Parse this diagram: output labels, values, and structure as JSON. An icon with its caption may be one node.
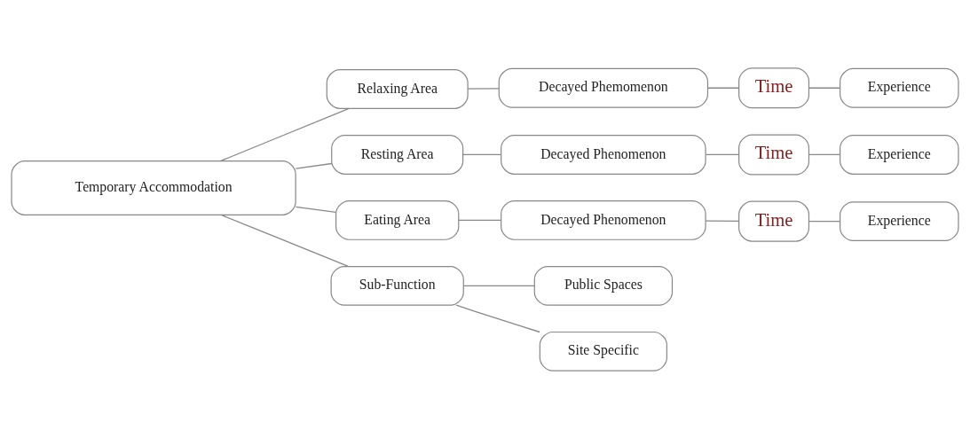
{
  "diagram": {
    "nodes": [
      {
        "text": [
          "Temporary Accommodation"
        ]
      },
      {
        "text": [
          "Relaxing Area"
        ]
      },
      {
        "text": [
          "Decayed Phemomenon"
        ]
      },
      {
        "text": [
          "Time"
        ]
      },
      {
        "text": [
          "Experience"
        ]
      },
      {
        "text": [
          "Resting Area"
        ]
      },
      {
        "text": [
          "Decayed Phenomenon"
        ]
      },
      {
        "text": [
          "Time"
        ]
      },
      {
        "text": [
          "Experience"
        ]
      },
      {
        "text": [
          "Eating Area"
        ]
      },
      {
        "text": [
          "Decayed Phenomenon"
        ]
      },
      {
        "text": [
          "Time"
        ]
      },
      {
        "text": [
          "Experience"
        ]
      },
      {
        "text": [
          "Sub-Function"
        ]
      },
      {
        "text": [
          "Public Spaces"
        ]
      },
      {
        "text": [
          "Site Specific"
        ]
      }
    ],
    "edges": [
      {
        "from": 0,
        "to": 1,
        "arrow": "none"
      },
      {
        "from": 1,
        "to": 2,
        "arrow": "none"
      },
      {
        "from": 2,
        "to": 3,
        "arrow": "none"
      },
      {
        "from": 3,
        "to": 4,
        "arrow": "none"
      },
      {
        "from": 0,
        "to": 5,
        "arrow": "none"
      },
      {
        "from": 5,
        "to": 6,
        "arrow": "none"
      },
      {
        "from": 6,
        "to": 7,
        "arrow": "none"
      },
      {
        "from": 7,
        "to": 8,
        "arrow": "none"
      },
      {
        "from": 0,
        "to": 9,
        "arrow": "none"
      },
      {
        "from": 9,
        "to": 10,
        "arrow": "none"
      },
      {
        "from": 10,
        "to": 11,
        "arrow": "none"
      },
      {
        "from": 11,
        "to": 12,
        "arrow": "none"
      },
      {
        "from": 0,
        "to": 13,
        "arrow": "none"
      },
      {
        "from": 13,
        "to": 14,
        "arrow": "none"
      },
      {
        "from": 13,
        "to": 15,
        "arrow": "none"
      }
    ]
  }
}
